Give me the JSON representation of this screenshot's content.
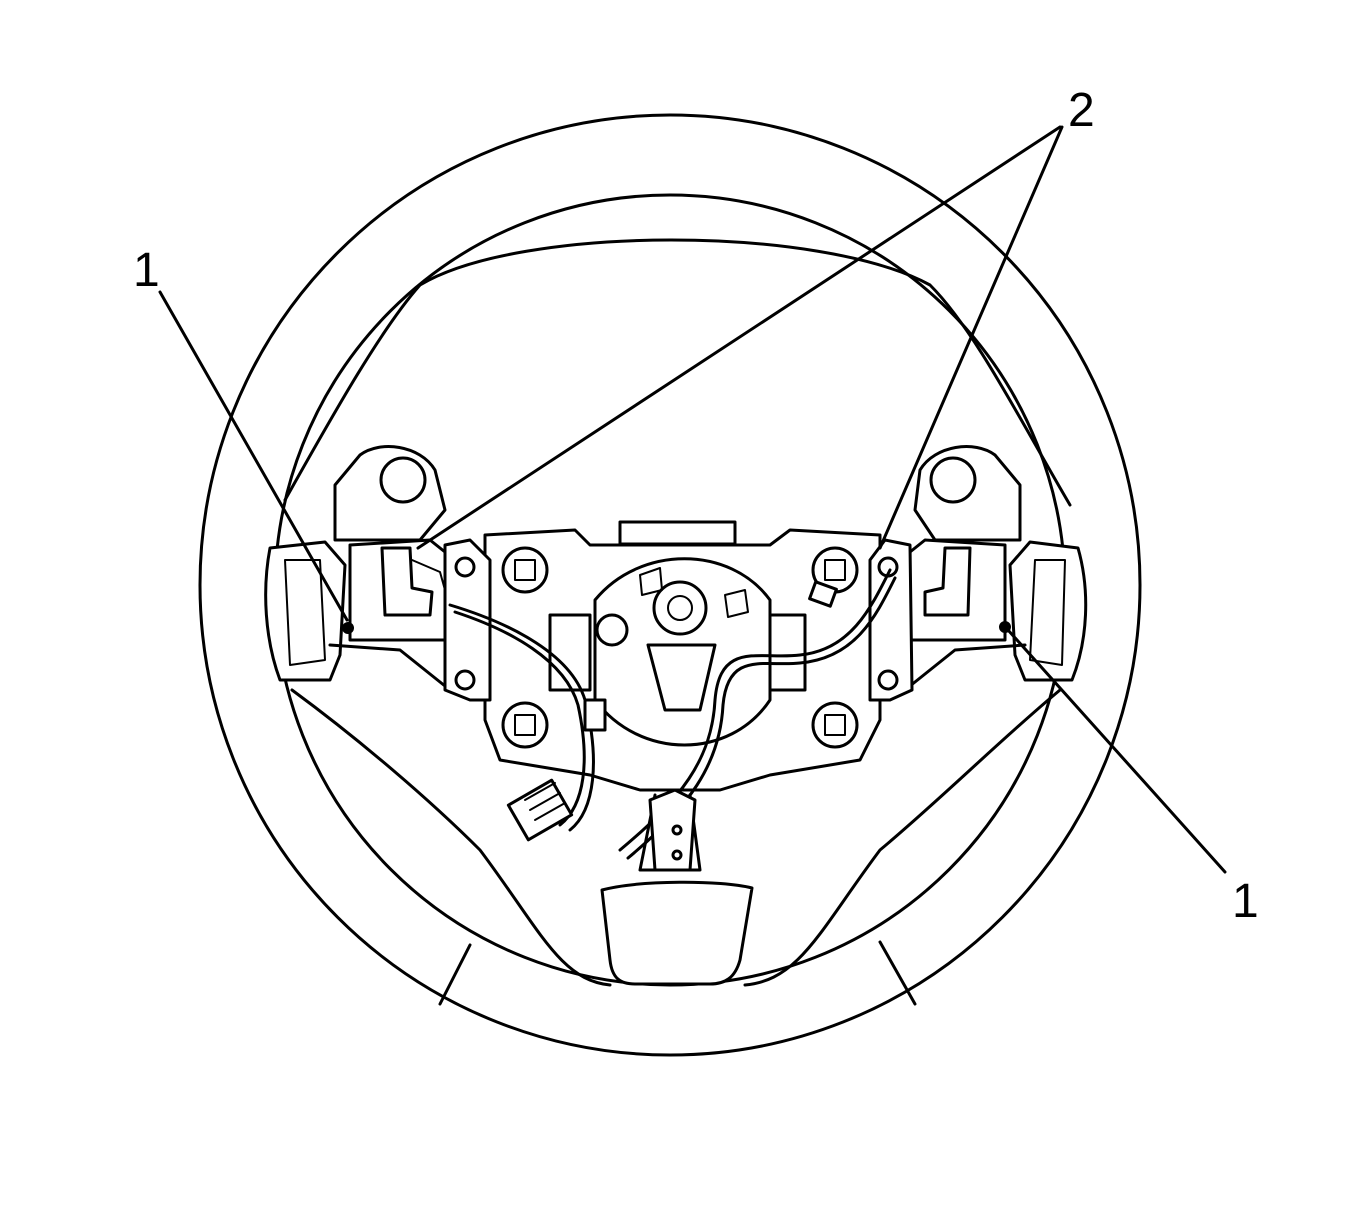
{
  "diagram": {
    "colors": {
      "line": "#000000",
      "background": "#ffffff"
    },
    "callouts": [
      {
        "id": "callout-1-left",
        "label": "1"
      },
      {
        "id": "callout-2",
        "label": "2"
      },
      {
        "id": "callout-1-right",
        "label": "1"
      }
    ]
  }
}
